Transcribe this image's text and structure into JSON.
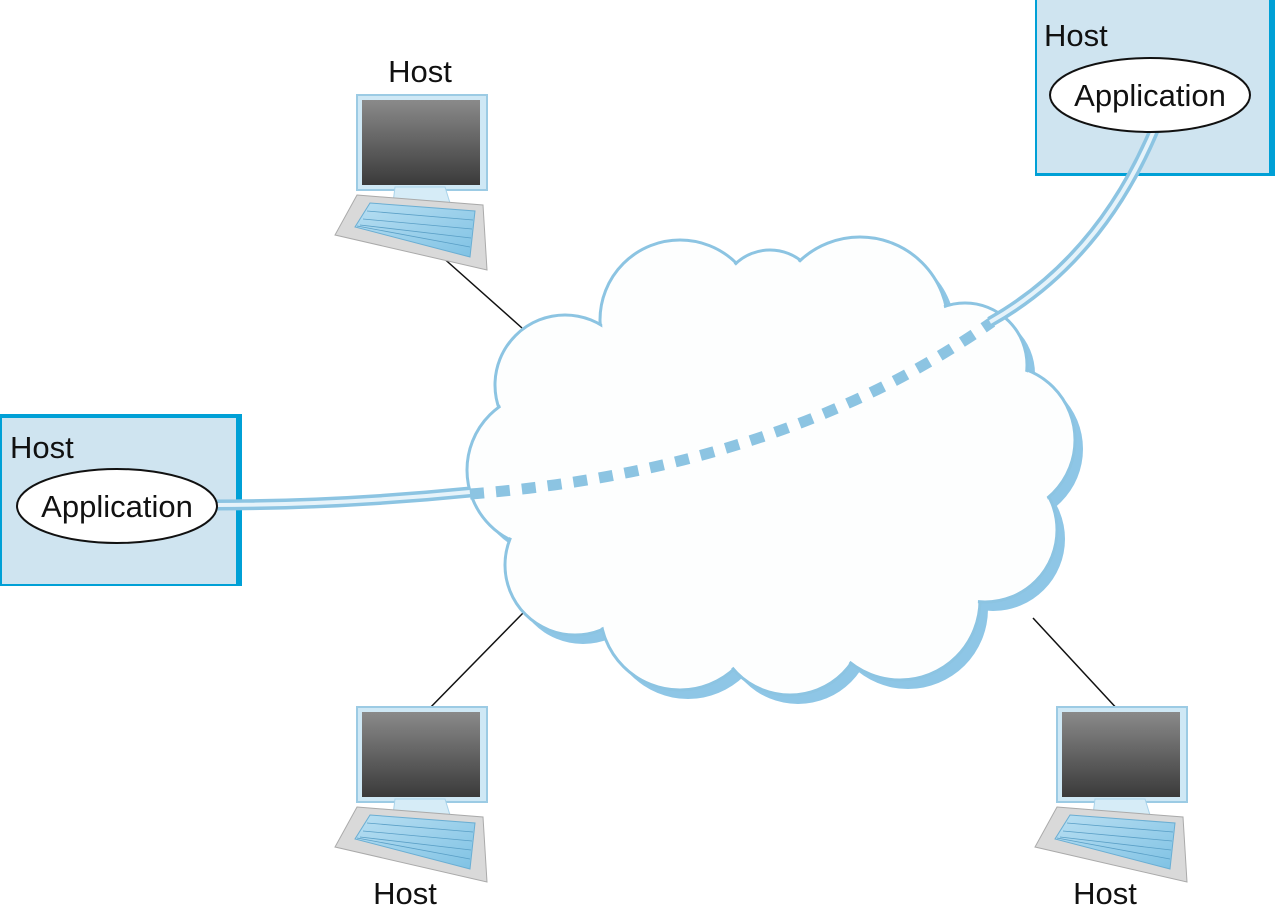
{
  "labels": {
    "host_top": "Host",
    "host_bottom_left": "Host",
    "host_bottom_right": "Host",
    "host_left_box": "Host",
    "host_right_box": "Host",
    "app_left": "Application",
    "app_right": "Application"
  },
  "colors": {
    "box_fill": "#cfe4f0",
    "box_border": "#00a0d6",
    "cloud_outline": "#8cc4e2",
    "cloud_shadow": "#8ec6e6",
    "channel": "#8cc4e2"
  }
}
